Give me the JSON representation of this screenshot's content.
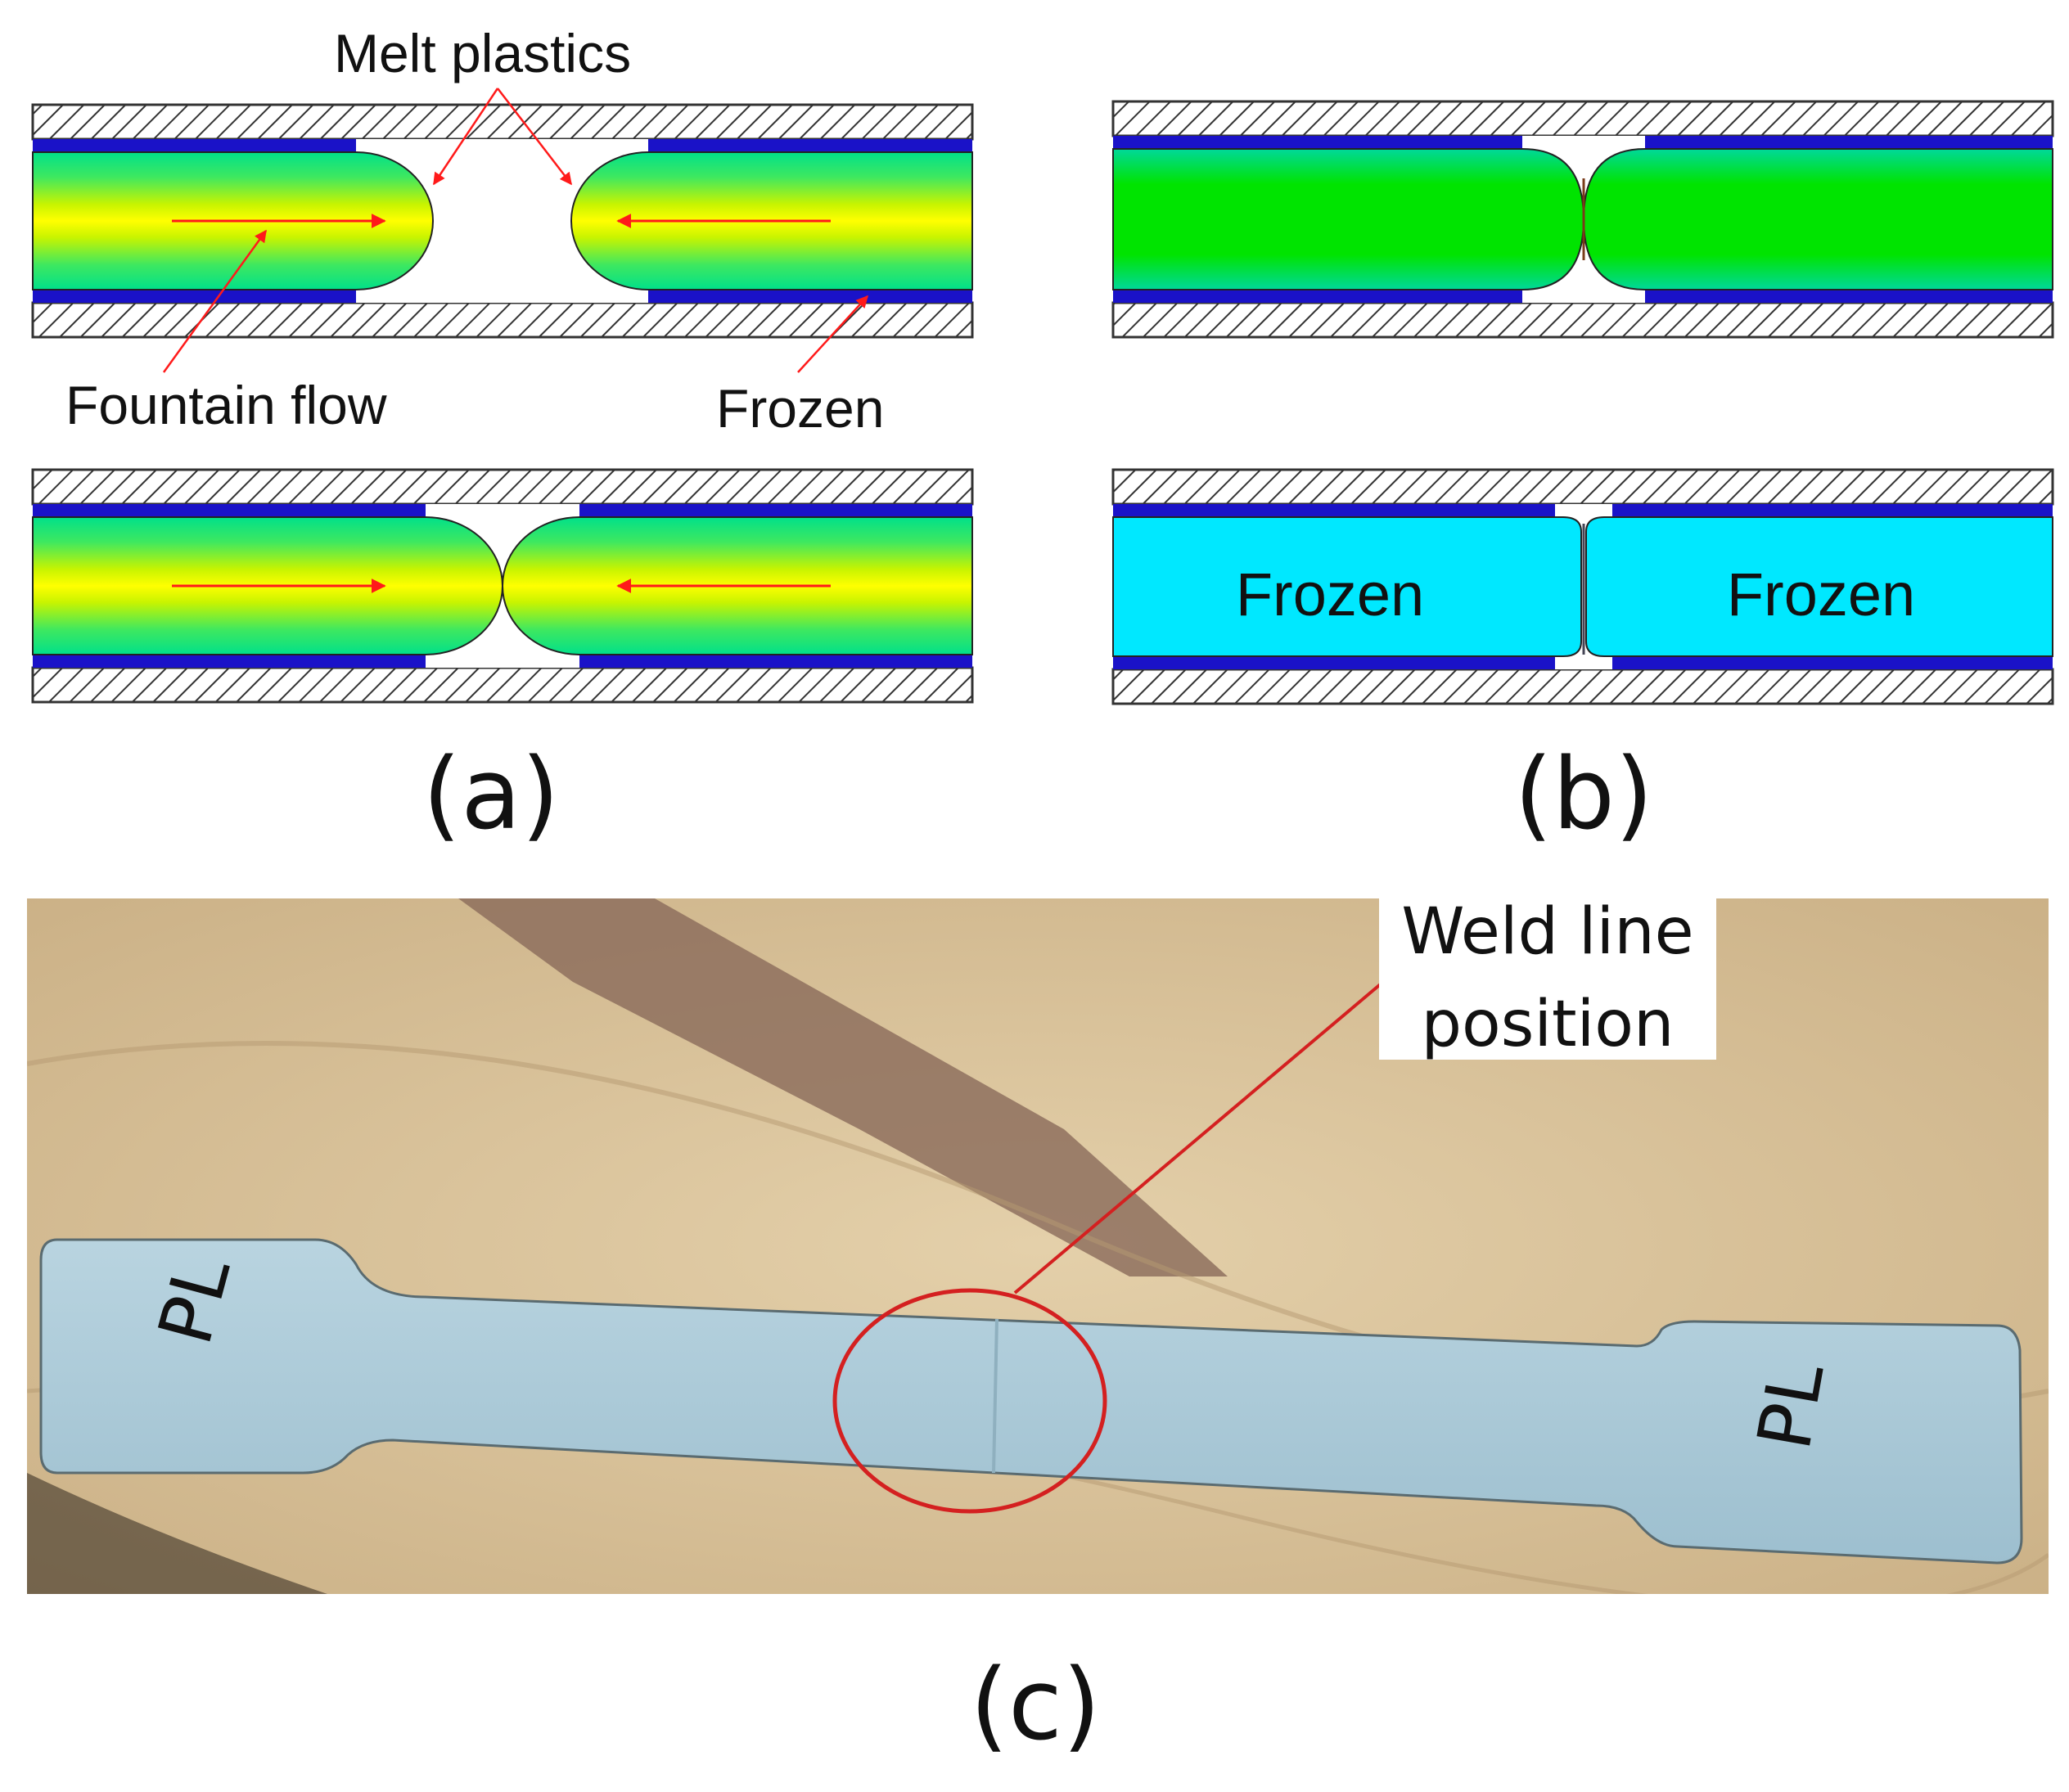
{
  "panel_a": {
    "caption": "(a)",
    "melt_plastics_label": "Melt plastics",
    "fountain_flow_label": "Fountain flow",
    "frozen_label": "Frozen"
  },
  "panel_b": {
    "caption": "(b)",
    "frozen_left_label": "Frozen",
    "frozen_right_label": "Frozen"
  },
  "panel_c": {
    "caption": "(c)",
    "weld_line_label_line1": "Weld line",
    "weld_line_label_line2": "position",
    "specimen_marking": "PL"
  },
  "colors": {
    "mold_hatch": "#333333",
    "frozen_layer": "#1a12c8",
    "flow_center": "#ffff00",
    "flow_edge": "#00e08a",
    "merged_flow": "#00e400",
    "frozen_fill": "#00e8ff",
    "arrow_red": "#ff1a1a",
    "weld_circle": "#d42020",
    "specimen": "#a9c9d8",
    "wood": "#d9c29a"
  }
}
